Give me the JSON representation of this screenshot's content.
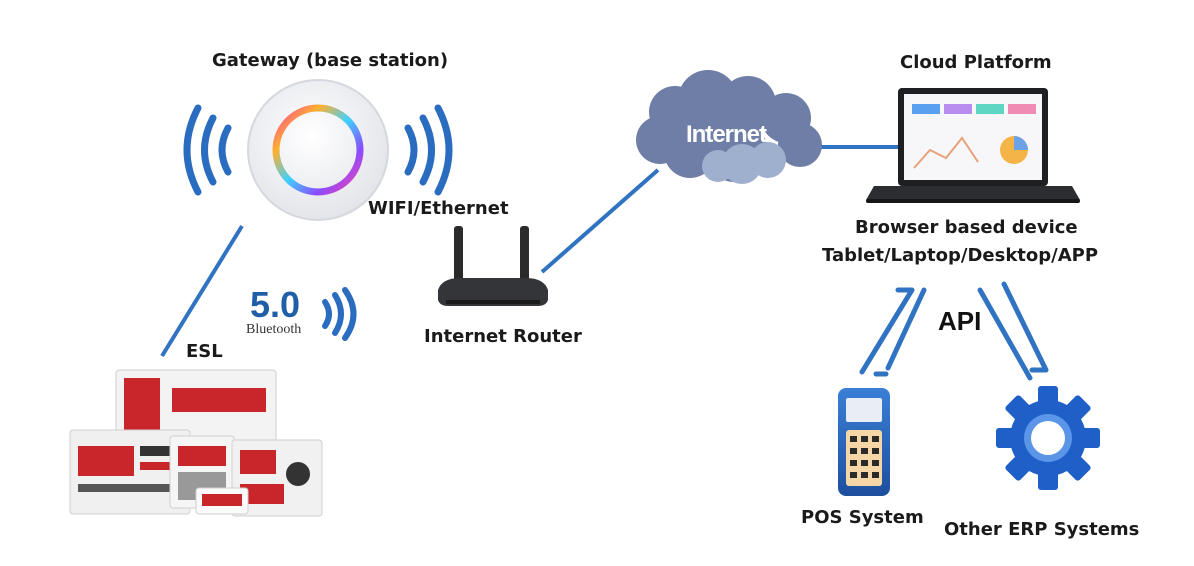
{
  "labels": {
    "gateway": "Gateway (base station)",
    "cloud_platform": "Cloud Platform",
    "internet": "Internet",
    "wifi_ethernet": "WIFI/Ethernet",
    "browser_line1": "Browser based device",
    "browser_line2": "Tablet/Laptop/Desktop/APP",
    "esl": "ESL",
    "router": "Internet Router",
    "api": "API",
    "pos": "POS System",
    "erp": "Other ERP Systems",
    "bt_version": "5.0",
    "bt_word": "Bluetooth"
  },
  "colors": {
    "link_blue": "#2f73c2",
    "wave_blue": "#2a6cc0",
    "cloud": "#6f7ea6",
    "gear_blue": "#1f5fc8",
    "esl_red": "#c8262b"
  }
}
